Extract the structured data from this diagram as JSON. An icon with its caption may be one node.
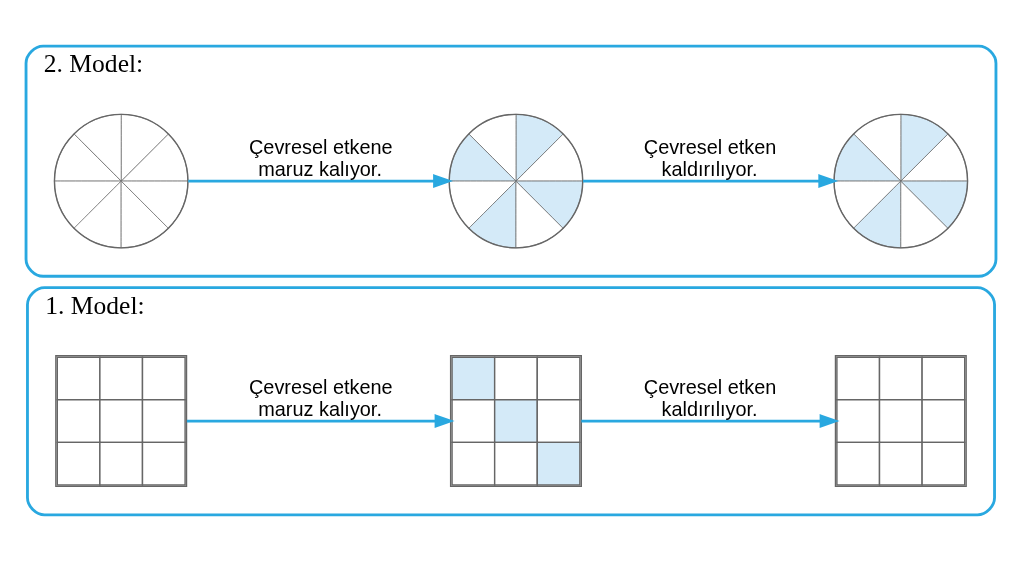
{
  "diagram": {
    "nodes": [
      {
        "text": [
          "1. Model:"
        ]
      },
      {
        "text": [],
        "shape": "box",
        "in": 0
      },
      {
        "text": [],
        "shape": "box",
        "in": 0
      },
      {
        "text": [],
        "shape": "box",
        "in": 0
      },
      {
        "text": [
          "2. Model:"
        ]
      },
      {
        "text": [],
        "shape": "circle",
        "in": 4
      },
      {
        "text": [],
        "shape": "circle",
        "in": 4
      },
      {
        "text": [],
        "shape": "circle",
        "in": 4
      }
    ],
    "edges": [
      {
        "from": 1,
        "to": 2,
        "arrow": "to",
        "label": "Çevresel etkene maruz kalıyor."
      },
      {
        "from": 2,
        "to": 3,
        "arrow": "to",
        "label": "Çevresel etken kaldırılıyor."
      },
      {
        "from": 5,
        "to": 6,
        "arrow": "to",
        "label": "Çevresel etkene maruz kalıyor."
      },
      {
        "from": 6,
        "to": 7,
        "arrow": "to",
        "label": "Çevresel etken kaldırılıyor."
      }
    ]
  }
}
